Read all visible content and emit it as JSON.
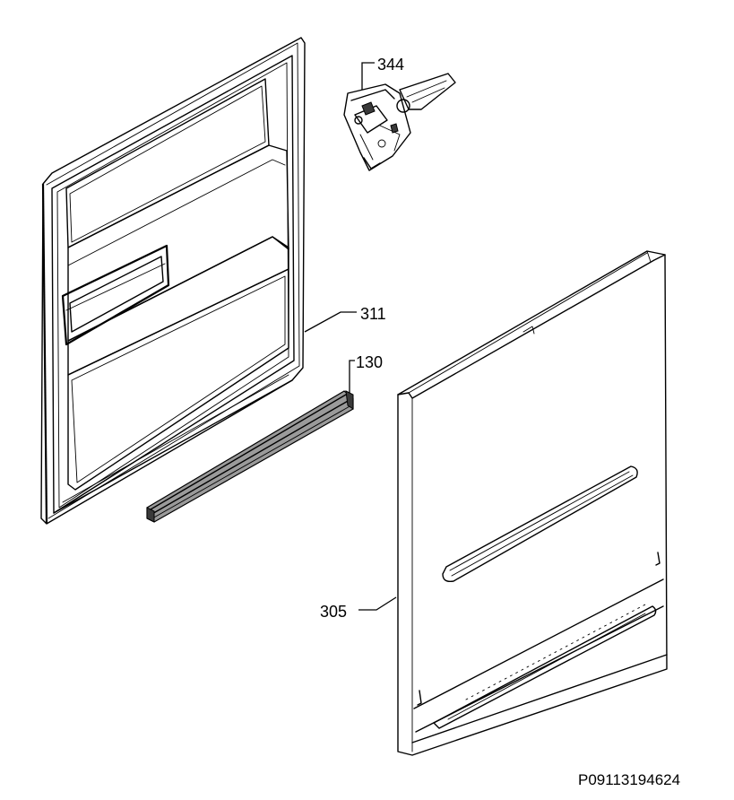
{
  "diagram": {
    "parts": [
      {
        "id": "inner_door",
        "label": "311"
      },
      {
        "id": "door_seal",
        "label": "130"
      },
      {
        "id": "door_lock",
        "label": "344"
      },
      {
        "id": "outer_door_panel",
        "label": "305"
      }
    ],
    "reference_code": "P09113194624"
  }
}
